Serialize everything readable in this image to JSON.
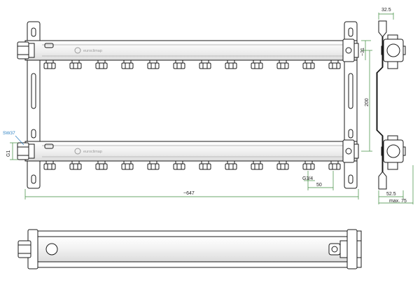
{
  "drawing": {
    "dimensions": {
      "overall_length": "~647",
      "center_distance": "200",
      "top_offset": "~31",
      "outlet_pitch": "50",
      "outlet_thread": "G3/4",
      "inlet_thread": "G1",
      "wrench_size": "SW37",
      "side_width_top": "32.5",
      "side_depth": "52.5",
      "side_max": "max. 75"
    },
    "brand_top": "euroclimap",
    "brand_bottom": "euroclimap",
    "outlet_count": 12,
    "colors": {
      "outline": "#1a1a1a",
      "dimension_line": "#3a8a3a",
      "callout": "#2a7fc1"
    }
  }
}
